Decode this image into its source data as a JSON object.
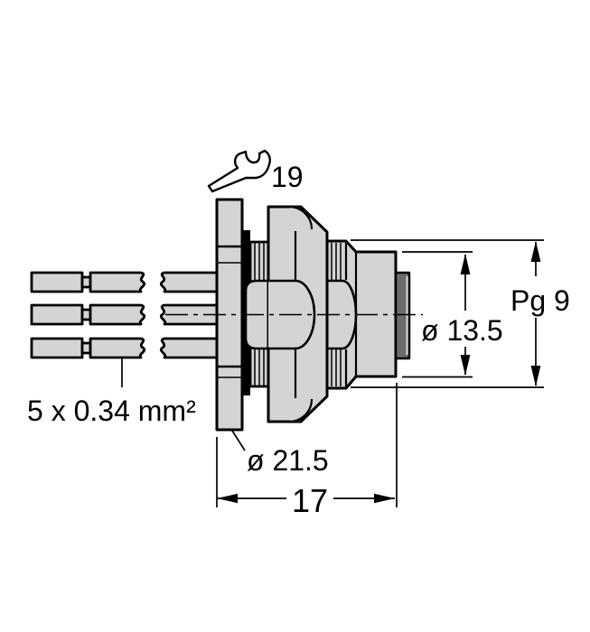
{
  "colors": {
    "body_fill": "#d4d4d4",
    "insert_fill": "#6b6b6b",
    "insert_highlight": "#c8c8c8",
    "line": "#000000",
    "background": "#ffffff"
  },
  "annotations": {
    "wrench_size": {
      "icon": "wrench-icon",
      "label": "19"
    },
    "wire_spec": {
      "label": "5 x 0.34 mm²"
    },
    "flange_diameter": {
      "label": "ø 21.5"
    },
    "mounting_depth": {
      "label": "17"
    },
    "face_diameter": {
      "label": "ø 13.5"
    },
    "thread_size": {
      "label": "Pg 9"
    }
  }
}
